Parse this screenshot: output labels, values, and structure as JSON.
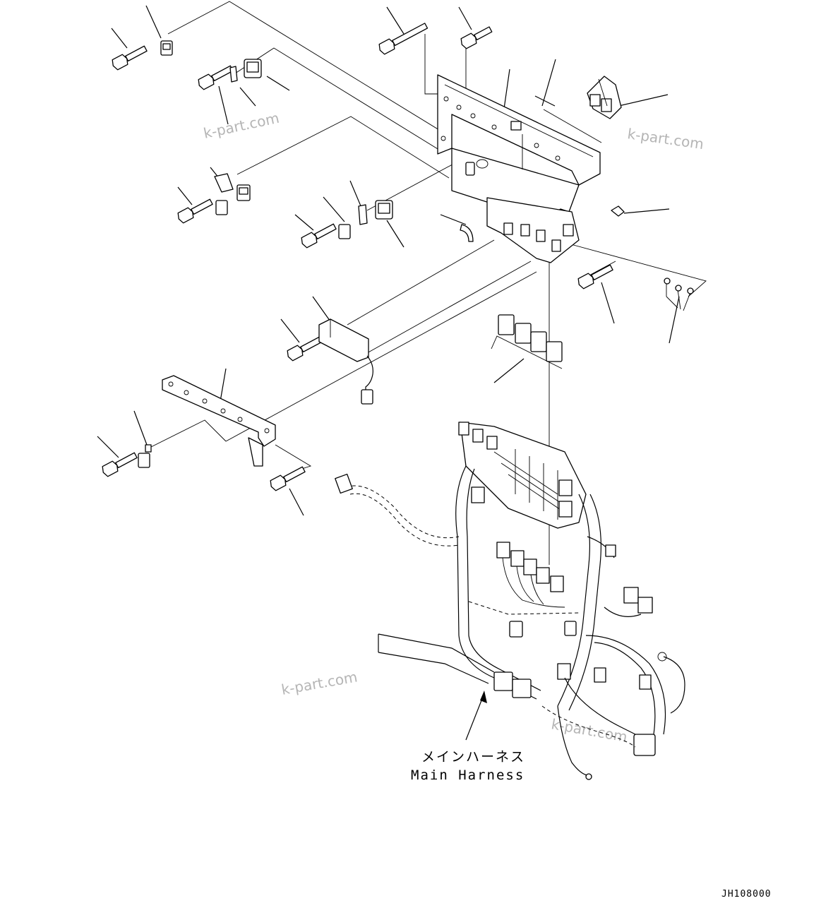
{
  "callout": {
    "label_jp": "メインハーネス",
    "label_en": "Main Harness"
  },
  "drawing_code": "JH108000",
  "watermarks": [
    "k-part.com",
    "k-part.com",
    "k-part.com",
    "k-part.com"
  ]
}
